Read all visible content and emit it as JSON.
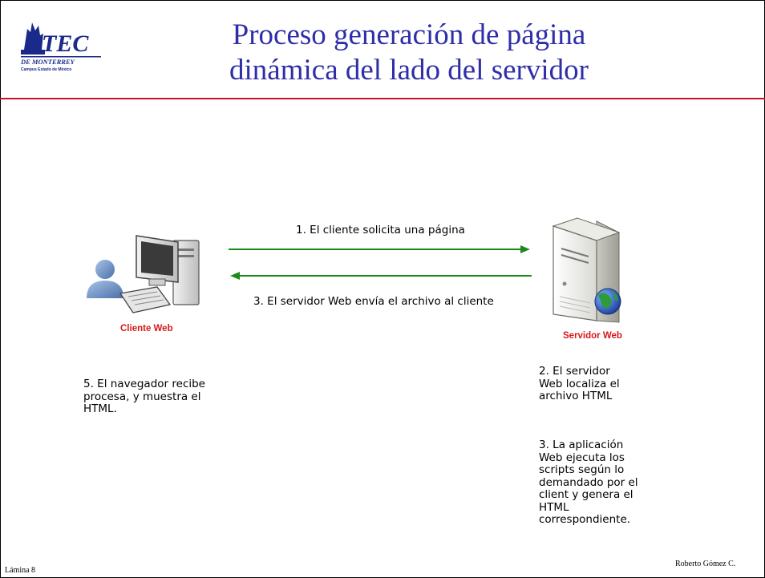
{
  "logo": {
    "text": "TEC",
    "subtitle": "DE MONTERREY",
    "campus": "Campus Estado de México"
  },
  "title": {
    "line1": "Proceso generación de página",
    "line2": "dinámica del lado del servidor"
  },
  "arrows": {
    "request_label": "1. El cliente solicita una página",
    "response_label": "3. El servidor Web envía el archivo al cliente",
    "color": "#1a8a1a"
  },
  "nodes": {
    "client_label": "Cliente Web",
    "server_label": "Servidor Web"
  },
  "notes": {
    "browser": "5. El navegador recibe\nprocesa, y muestra el\nHTML.",
    "server_locates": "2. El servidor\nWeb localiza el\narchivo HTML",
    "app_executes": "3. La aplicación\nWeb ejecuta los\nscripts según lo\ndemandado por el\nclient y genera el\nHTML\ncorrespondiente."
  },
  "footer": {
    "left": "Lámina 8",
    "right": "Roberto Gómez C."
  },
  "colors": {
    "title": "#2e2ea8",
    "rule": "#c8102e",
    "label_red": "#d81818"
  }
}
